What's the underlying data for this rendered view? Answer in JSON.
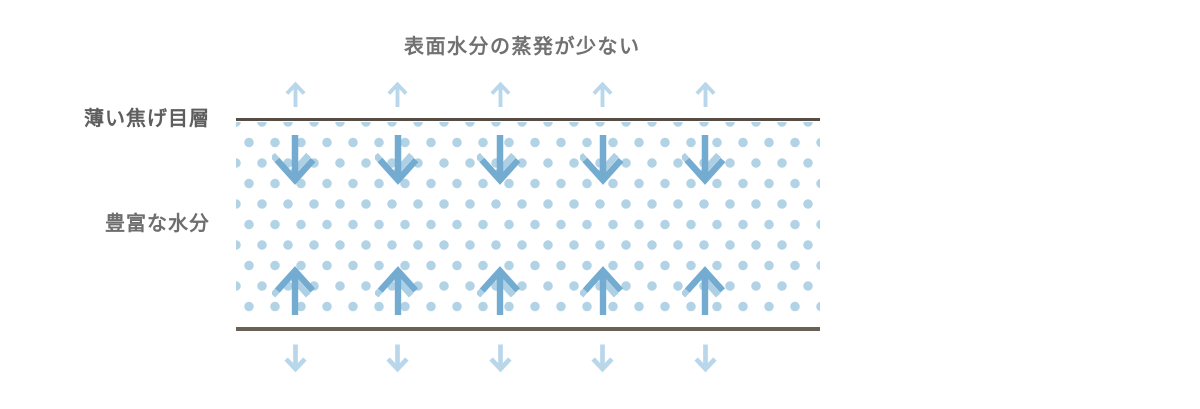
{
  "title": "表面水分の蒸発が少ない",
  "labels": {
    "crust_layer": "薄い焦げ目層",
    "moisture": "豊富な水分"
  },
  "colors": {
    "background": "#ffffff",
    "title_text": "#717171",
    "crust_label_text": "#5e5e5e",
    "moisture_label_text": "#6e6e6e",
    "top_crust_line": "#564d44",
    "bottom_crust_line": "#6b6055",
    "moisture_dots": "#b2d2e6",
    "outer_arrow": "#b9d7eb",
    "inner_arrow": "#74abd1",
    "inner_arrow_echo": "#aed0e5"
  },
  "arrows": {
    "top_evaporation": {
      "direction": "up",
      "count": 5
    },
    "inner_downward": {
      "direction": "down",
      "count": 5
    },
    "inner_upward": {
      "direction": "up",
      "count": 5
    },
    "bottom_outflow": {
      "direction": "down",
      "count": 5
    }
  }
}
